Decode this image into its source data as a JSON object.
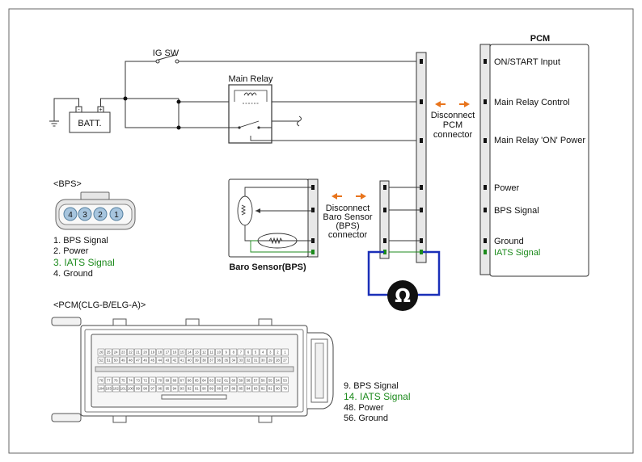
{
  "colors": {
    "green": "#1c8a1c",
    "orange": "#e8741c",
    "loop": "#1a2fb8",
    "gray": "#e8e8e8"
  },
  "labels": {
    "ig_sw": "IG SW",
    "batt": "BATT.",
    "main_relay": "Main Relay",
    "pcm_title": "PCM",
    "disconnect_pcm": [
      "Disconnect",
      "PCM",
      "connector"
    ],
    "disconnect_bps": [
      "Disconnect",
      "Baro Sensor",
      "(BPS)",
      "connector"
    ],
    "baro_sensor": "Baro Sensor(BPS)",
    "ohm": "Ω"
  },
  "pcm_pins": [
    "ON/START Input",
    "Main Relay Control",
    "Main Relay 'ON' Power",
    "Power",
    "BPS Signal",
    "Ground",
    "IATS Signal"
  ],
  "bps": {
    "title": "<BPS>",
    "pin_numbers": [
      "4",
      "3",
      "2",
      "1"
    ],
    "legend": [
      "1. BPS Signal",
      "2. Power",
      "3. IATS Signal",
      "4. Ground"
    ]
  },
  "pcm_connector": {
    "title": "<PCM(CLG-B/ELG-A)>",
    "legend": [
      "9. BPS Signal",
      "14. IATS Signal",
      "48. Power",
      "56. Ground"
    ],
    "top_row": [
      "26",
      "25",
      "24",
      "23",
      "22",
      "21",
      "20",
      "19",
      "18",
      "17",
      "16",
      "15",
      "14",
      "13",
      "12",
      "11",
      "10",
      "9",
      "8",
      "7",
      "6",
      "5",
      "4",
      "3",
      "2",
      "1"
    ],
    "mid_row": [
      "52",
      "51",
      "50",
      "49",
      "48",
      "47",
      "46",
      "45",
      "44",
      "43",
      "42",
      "41",
      "40",
      "39",
      "38",
      "37",
      "36",
      "35",
      "34",
      "33",
      "32",
      "31",
      "30",
      "29",
      "28",
      "27"
    ],
    "low_row": [
      "78",
      "77",
      "76",
      "75",
      "74",
      "73",
      "72",
      "71",
      "70",
      "69",
      "68",
      "67",
      "66",
      "65",
      "64",
      "63",
      "62",
      "61",
      "60",
      "59",
      "58",
      "57",
      "56",
      "55",
      "54",
      "53"
    ],
    "bot_row": [
      "104",
      "103",
      "102",
      "101",
      "100",
      "99",
      "98",
      "97",
      "96",
      "95",
      "94",
      "93",
      "92",
      "91",
      "90",
      "89",
      "88",
      "87",
      "86",
      "85",
      "84",
      "83",
      "82",
      "81",
      "80",
      "79"
    ]
  }
}
